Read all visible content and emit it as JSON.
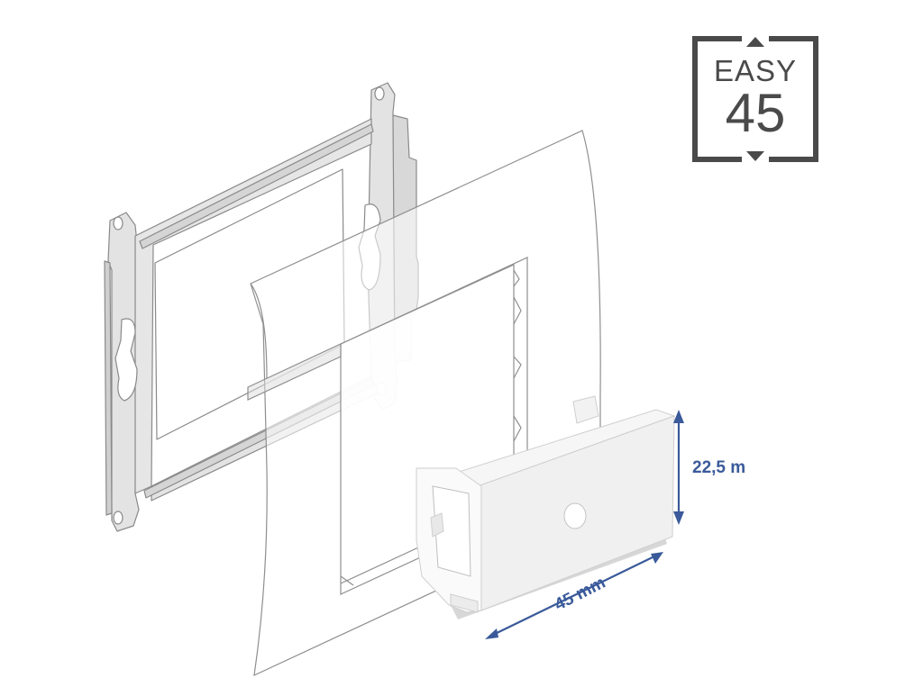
{
  "logo": {
    "top_text": "EASY",
    "number": "45",
    "color": "#4a4a4a"
  },
  "dimensions": {
    "height_label": "22,5 m",
    "width_label": "45 mm",
    "color": "#3a5a9a"
  },
  "illustration": {
    "parts": [
      "mounting-frame",
      "cover-frame",
      "blank-module"
    ],
    "module_color": "#f2f2f2",
    "frame_color": "#dcdcdc",
    "outline_color": "#7a7a7a"
  }
}
